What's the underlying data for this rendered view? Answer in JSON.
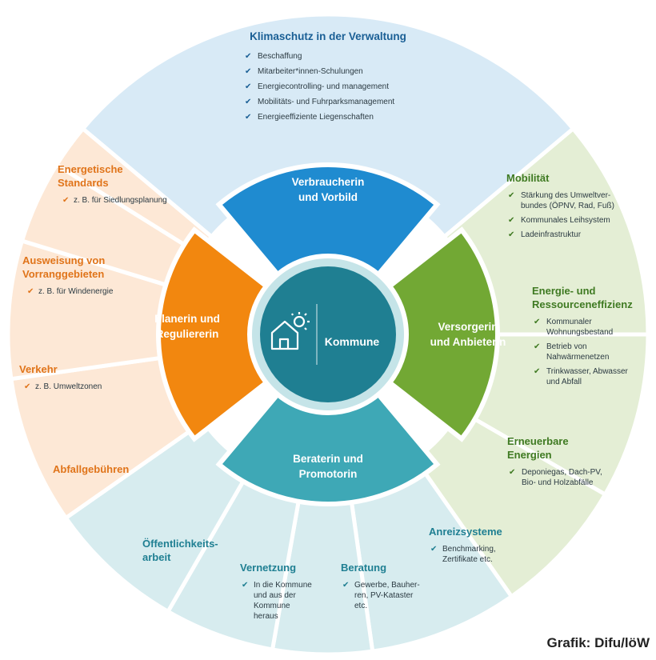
{
  "colors": {
    "blue": "#1f8bd0",
    "blue_dark": "#1a5f95",
    "blue_light": "#d8eaf6",
    "green": "#72a834",
    "green_dark": "#3f7a22",
    "green_light": "#e4eed5",
    "orange": "#f2870f",
    "orange_dark": "#e0741a",
    "orange_light": "#fde8d6",
    "teal": "#3ea8b6",
    "teal_dark": "#1f7f92",
    "teal_light": "#d7ecef",
    "center": "#1f7f92",
    "center_ring": "#c5e4e8"
  },
  "center": {
    "label": "Kommune",
    "icon": "house-sun-icon"
  },
  "roles": {
    "top": [
      "Verbraucherin",
      "und Vorbild"
    ],
    "right": [
      "Versorgerin",
      "und Anbieterin"
    ],
    "bottom": [
      "Beraterin und",
      "Promotorin"
    ],
    "left": [
      "Planerin und",
      "Reguliererin"
    ]
  },
  "outer": {
    "top": {
      "title": "Klimaschutz in der Verwaltung",
      "items": [
        "Beschaffung",
        "Mitarbeiter*innen-Schulungen",
        "Energiecontrolling- und management",
        "Mobilitäts- und Fuhrparksmanagement",
        "Energieeffiziente Liegenschaften"
      ]
    },
    "left": [
      {
        "title": [
          "Energetische",
          "Standards"
        ],
        "items": [
          [
            "z. B. für Siedlungsplanung"
          ]
        ]
      },
      {
        "title": [
          "Ausweisung von",
          "Vorranggebieten"
        ],
        "items": [
          [
            "z. B. für Windenergie"
          ]
        ]
      },
      {
        "title": [
          "Verkehr"
        ],
        "items": [
          [
            "z. B. Umweltzonen"
          ]
        ]
      },
      {
        "title": [
          "Abfallgebühren"
        ],
        "items": []
      }
    ],
    "right": [
      {
        "title": [
          "Mobilität"
        ],
        "items": [
          [
            "Stärkung des Umweltver-",
            "bundes (ÖPNV, Rad, Fuß)"
          ],
          [
            "Kommunales Leihsystem"
          ],
          [
            "Ladeinfrastruktur"
          ]
        ]
      },
      {
        "title": [
          "Energie- und",
          "Ressourceneffizienz"
        ],
        "items": [
          [
            "Kommunaler",
            "Wohnungsbestand"
          ],
          [
            "Betrieb von",
            "Nahwärmenetzen"
          ],
          [
            "Trinkwasser, Abwasser",
            "und Abfall"
          ]
        ]
      },
      {
        "title": [
          "Erneuerbare",
          "Energien"
        ],
        "items": [
          [
            "Deponiegas, Dach-PV,",
            "Bio- und Holzabfälle"
          ]
        ]
      }
    ],
    "bottom": [
      {
        "title": [
          "Öffentlichkeits-",
          "arbeit"
        ],
        "items": []
      },
      {
        "title": [
          "Vernetzung"
        ],
        "items": [
          [
            "In die Kommune",
            "und aus der",
            "Kommune",
            "heraus"
          ]
        ]
      },
      {
        "title": [
          "Beratung"
        ],
        "items": [
          [
            "Gewerbe, Bauher-",
            "ren, PV-Kataster",
            "etc."
          ]
        ]
      },
      {
        "title": [
          "Anreizsysteme"
        ],
        "items": [
          [
            "Benchmarking,",
            "Zertifikate etc."
          ]
        ]
      }
    ]
  },
  "credit": "Grafik: Difu/löW"
}
